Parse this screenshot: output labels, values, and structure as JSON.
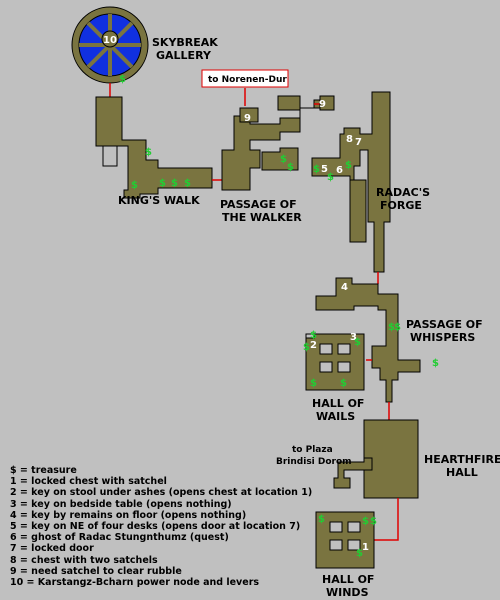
{
  "areas": {
    "skybreak": [
      "SKYBREAK",
      "GALLERY"
    ],
    "kings_walk": "KING'S WALK",
    "passage_walker": [
      "PASSAGE OF",
      "THE WALKER"
    ],
    "radacs_forge": [
      "RADAC'S",
      "FORGE"
    ],
    "passage_whispers": [
      "PASSAGE OF",
      "WHISPERS"
    ],
    "hall_wails": [
      "HALL OF",
      "WAILS"
    ],
    "hearthfire": [
      "HEARTHFIRE",
      "HALL"
    ],
    "hall_winds": [
      "HALL OF",
      "WINDS"
    ]
  },
  "exits": {
    "norenen": "to Norenen-Dur",
    "plaza": [
      "to Plaza",
      "Brindisi Dorom"
    ]
  },
  "markers": {
    "m1": "1",
    "m2": "2",
    "m3": "3",
    "m4": "4",
    "m5": "5",
    "m6": "6",
    "m7": "7",
    "m8": "8",
    "m9a": "9",
    "m9b": "9",
    "m10": "10"
  },
  "treasure_symbol": "$",
  "legend": [
    "$ = treasure",
    "1 = locked chest with satchel",
    "2 = key on stool under ashes (opens chest at location 1)",
    "3 = key on bedside table (opens nothing)",
    "4 = key by remains on floor (opens nothing)",
    "5 = key on NE of four desks (opens door at location 7)",
    "6 = ghost of Radac Stungnthumz (quest)",
    "7 = locked door",
    "8 = chest with two satchels",
    "9 = need satchel to clear rubble",
    "10 = Karstangz-Bcharn power node and levers"
  ],
  "colors": {
    "background": "#c0c0c0",
    "room": "#7a7440",
    "connector": "#e00000",
    "treasure": "#22cc33",
    "rotunda": "#1030e0"
  }
}
